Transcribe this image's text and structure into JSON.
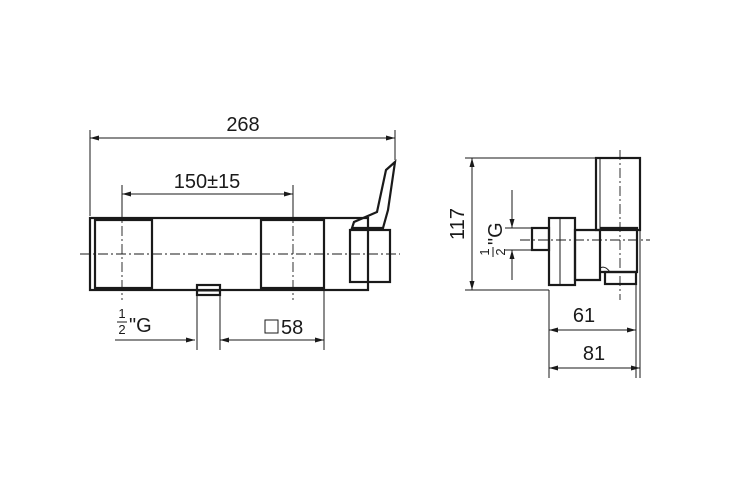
{
  "dimensions": {
    "overall_width": "268",
    "center_distance": "150±15",
    "inlet_thread_front": {
      "numerator": "1",
      "denominator": "2",
      "suffix": "\"G"
    },
    "outlet_square": "58",
    "height": "117",
    "inlet_thread_side": {
      "numerator": "1",
      "denominator": "2",
      "suffix": "\"G"
    },
    "side_depth_inner": "61",
    "side_depth_outer": "81"
  },
  "colors": {
    "line": "#1a1a1a",
    "background": "#ffffff"
  },
  "icons": {
    "square_symbol": "square-outline-icon"
  }
}
